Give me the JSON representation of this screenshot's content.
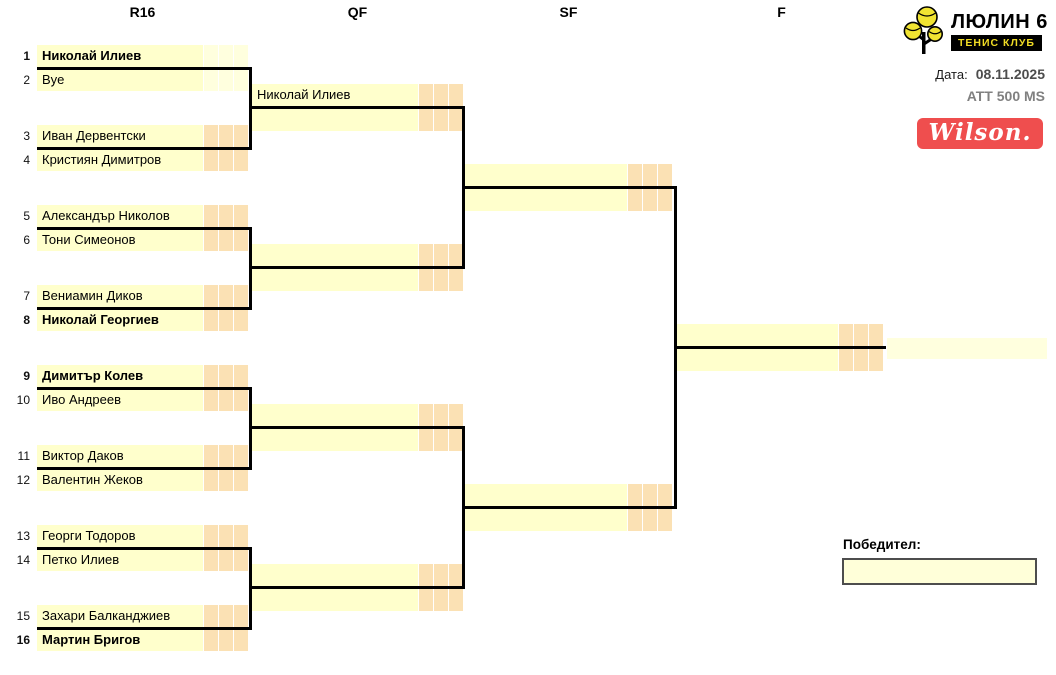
{
  "columns": {
    "r16": "R16",
    "qf": "QF",
    "sf": "SF",
    "f": "F"
  },
  "club": {
    "name": "ЛЮЛИН 6",
    "subtitle": "ТЕНИС КЛУБ"
  },
  "meta": {
    "date_label": "Дата:",
    "date_value": "08.11.2025",
    "category": "ATT 500 MS"
  },
  "sponsor": {
    "brand": "Wilson."
  },
  "winner": {
    "label": "Победител:",
    "value": ""
  },
  "champion": {
    "name": ""
  },
  "colors": {
    "pale_yellow": "#FFFFCC",
    "light_cell": "#FFFFDE",
    "orange_cell": "#FBE1B4",
    "wilson_red": "#EF4E4E",
    "club_yellow": "#F0DC25"
  },
  "r16": [
    {
      "seed": "1",
      "name": "Николай Илиев"
    },
    {
      "seed": "2",
      "name": "Bye"
    },
    {
      "seed": "3",
      "name": "Иван Дервентски"
    },
    {
      "seed": "4",
      "name": "Кристиян Димитров"
    },
    {
      "seed": "5",
      "name": "Александър Николов"
    },
    {
      "seed": "6",
      "name": "Тони Симеонов"
    },
    {
      "seed": "7",
      "name": "Вениамин Диков"
    },
    {
      "seed": "8",
      "name": "Николай Георгиев"
    },
    {
      "seed": "9",
      "name": "Димитър Колев"
    },
    {
      "seed": "10",
      "name": "Иво Андреев"
    },
    {
      "seed": "11",
      "name": "Виктор Даков"
    },
    {
      "seed": "12",
      "name": "Валентин Жеков"
    },
    {
      "seed": "13",
      "name": "Георги Тодоров"
    },
    {
      "seed": "14",
      "name": "Петко Илиев"
    },
    {
      "seed": "15",
      "name": "Захари Балканджиев"
    },
    {
      "seed": "16",
      "name": "Мартин Бригов"
    }
  ],
  "qf": [
    {
      "name": "Николай Илиев"
    },
    {
      "name": ""
    },
    {
      "name": ""
    },
    {
      "name": ""
    },
    {
      "name": ""
    },
    {
      "name": ""
    },
    {
      "name": ""
    },
    {
      "name": ""
    }
  ],
  "sf": [
    {
      "name": ""
    },
    {
      "name": ""
    },
    {
      "name": ""
    },
    {
      "name": ""
    }
  ],
  "f": [
    {
      "name": ""
    },
    {
      "name": ""
    }
  ]
}
